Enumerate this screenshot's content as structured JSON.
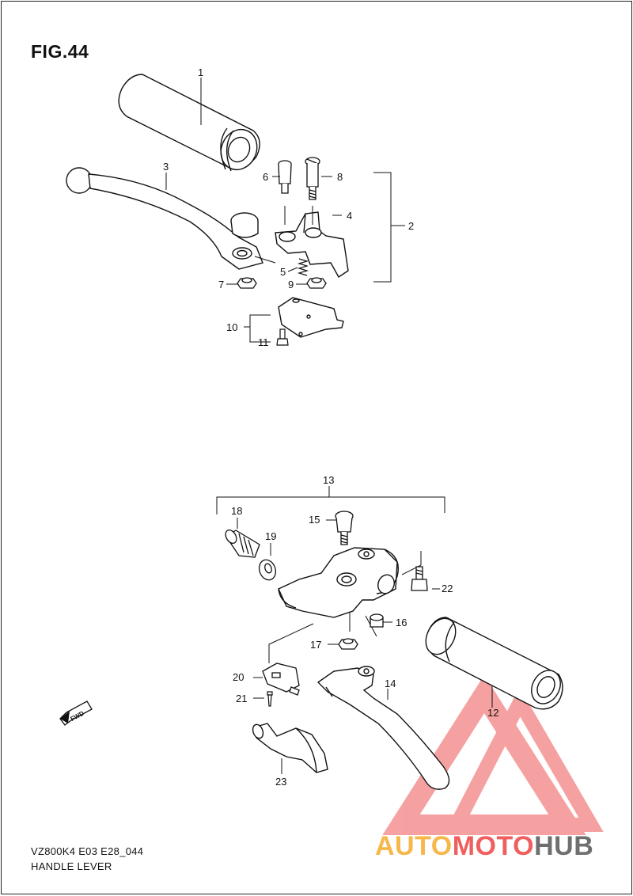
{
  "figure": {
    "title": "FIG.44"
  },
  "footer": {
    "model_code": "VZ800K4 E03 E28_044",
    "caption": "HANDLE LEVER"
  },
  "parts": [
    "1",
    "2",
    "3",
    "4",
    "5",
    "6",
    "7",
    "8",
    "9",
    "10",
    "11",
    "12",
    "13",
    "14",
    "15",
    "16",
    "17",
    "18",
    "19",
    "20",
    "21",
    "22",
    "23"
  ],
  "fwd_label": "FWD",
  "watermark": {
    "part1": "AUTO",
    "part2": "MOTO",
    "part3": "HUB",
    "colors": [
      "#f6b84a",
      "#ef5f5f",
      "#6f6f6f"
    ]
  }
}
